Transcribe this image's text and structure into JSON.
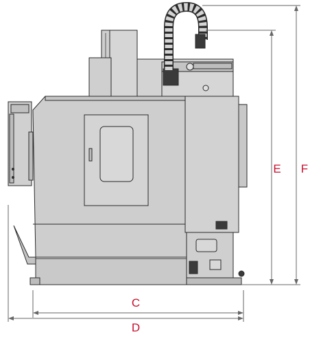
{
  "dimensions": {
    "c": "C",
    "d": "D",
    "e": "E",
    "f": "F"
  },
  "colors": {
    "dimension": "#c8102e",
    "outline": "#2a2a2a",
    "body": "#cfcfcf",
    "panel": "#d9d9d9",
    "dark": "#9a9a9a"
  }
}
